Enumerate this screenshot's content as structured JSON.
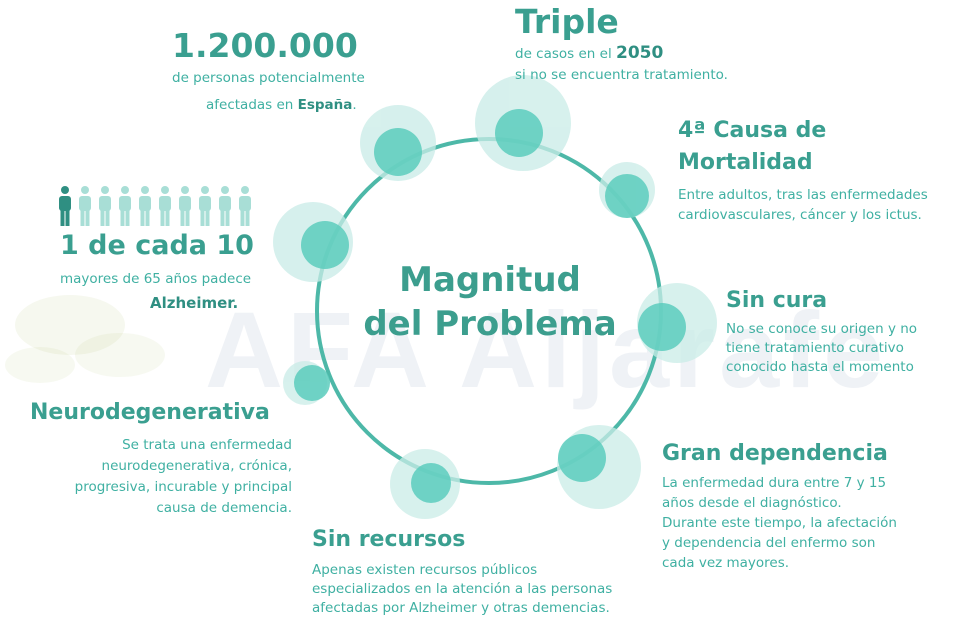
{
  "watermark": "AFA Aljarafe",
  "center": {
    "line1": "Magnitud",
    "line2": "del Problema"
  },
  "blocks": {
    "affected": {
      "title": "1.200.000",
      "line1": "de personas potencialmente",
      "line2_pre": "afectadas en ",
      "line2_bold": "España",
      "line2_post": "."
    },
    "triple": {
      "title": "Triple",
      "line1_pre": "de casos en el ",
      "line1_bold": "2050",
      "line2": "si no se encuentra tratamiento."
    },
    "mortality": {
      "title1": "4ª Causa de",
      "title2": "Mortalidad",
      "line1": "Entre adultos, tras las enfermedades",
      "line2": "cardiovasculares, cáncer y los ictus."
    },
    "ratio": {
      "title": "1 de cada 10",
      "line1": "mayores de 65 años padece",
      "line2_bold": "Alzheimer."
    },
    "no_cure": {
      "title": "Sin cura",
      "line1": "No se conoce su origen y no",
      "line2": "tiene tratamiento curativo",
      "line3": "conocido hasta el momento"
    },
    "neuro": {
      "title": "Neurodegenerativa",
      "line1": "Se trata una enfermedad",
      "line2": "neurodegenerativa, crónica,",
      "line3": "progresiva, incurable y principal",
      "line4": "causa de demencia."
    },
    "dependence": {
      "title": "Gran dependencia",
      "line1": "La enfermedad dura entre 7 y 15",
      "line2": "años desde el diagnóstico.",
      "line3": "Durante este tiempo, la afectación",
      "line4": "y dependencia del enfermo son",
      "line5": "cada vez mayores."
    },
    "resources": {
      "title": "Sin recursos",
      "line1": "Apenas existen recursos públicos",
      "line2": "especializados en la atención a las personas",
      "line3": "afectadas por Alzheimer y otras demencias."
    }
  },
  "people_icons": {
    "total": 10,
    "highlighted": 1,
    "highlight_color": "#2f8f82",
    "base_color": "#a8ded6"
  },
  "colors": {
    "teal": "#3a9f90",
    "bubble": "#5ccdbd",
    "bubble_halo": "#c9ece7",
    "ring": "#4db8a8"
  },
  "icons": [
    "person-icon",
    "leaf-decoration"
  ]
}
